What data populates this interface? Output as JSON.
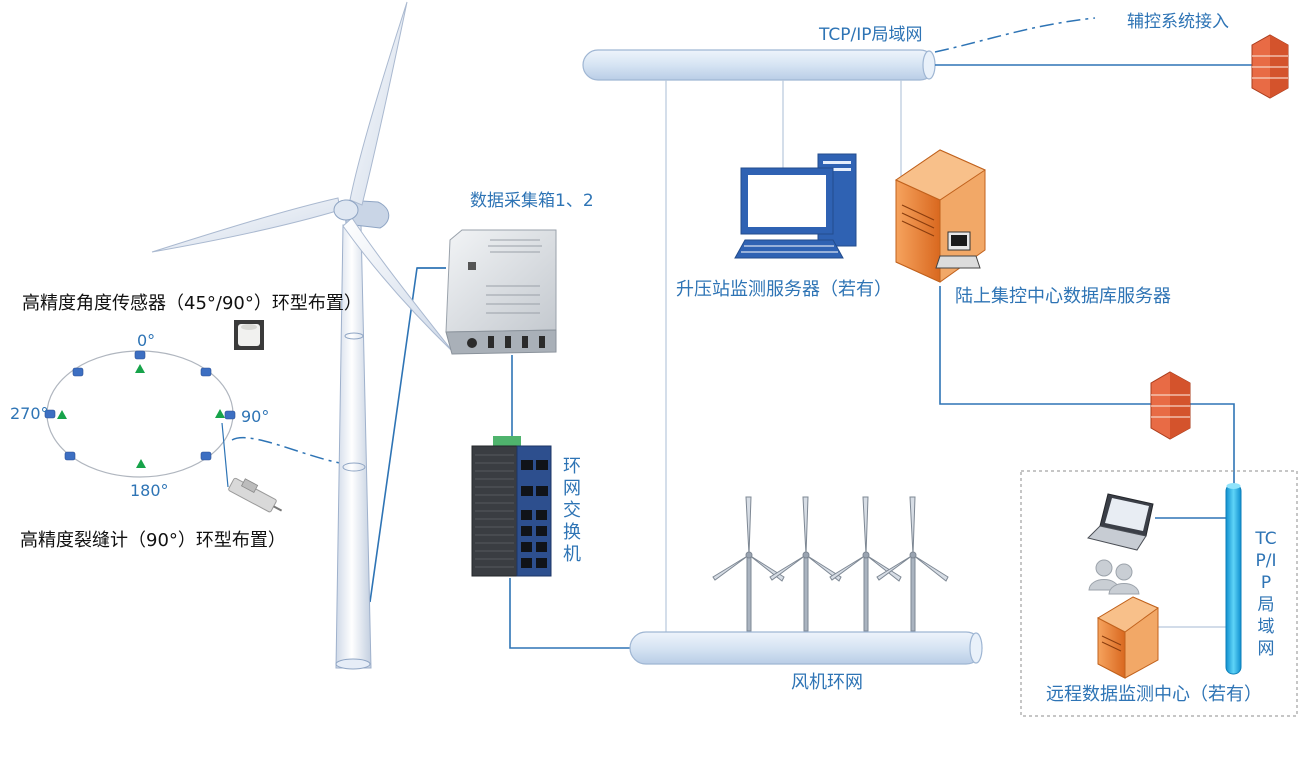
{
  "labels": {
    "lan_top": "TCP/IP局域网",
    "aux_access": "辅控系统接入",
    "collector": "数据采集箱1、2",
    "booster_server": "升压站监测服务器（若有）",
    "onshore_db": "陆上集控中心数据库服务器",
    "angle_sensor": "高精度角度传感器（45°/90°）环型布置）",
    "crack_meter": "高精度裂缝计（90°）环型布置）",
    "ring_switch": "环网交换机",
    "turbine_ring": "风机环网",
    "lan_right": "TCP/IP局域网",
    "remote_center": "远程数据监测中心（若有）"
  },
  "ring_angles": {
    "deg0": "0°",
    "deg90": "90°",
    "deg180": "180°",
    "deg270": "270°"
  },
  "colors": {
    "line_blue": "#2e74b5",
    "pipe_fill": "#dce8f5",
    "pipe_stroke": "#8faacc",
    "sensor_blue": "#3d6fc2",
    "marker_green": "#17a34a",
    "server_orange": "#f08a3a",
    "firewall_red": "#e0603a",
    "cable_blue": "#1fb5e5"
  },
  "icons": [
    "wind-turbine-icon",
    "firewall-icon",
    "desktop-computer-icon",
    "server-tower-icon",
    "laptop-icon",
    "users-icon",
    "network-switch-icon",
    "collector-box-icon"
  ]
}
